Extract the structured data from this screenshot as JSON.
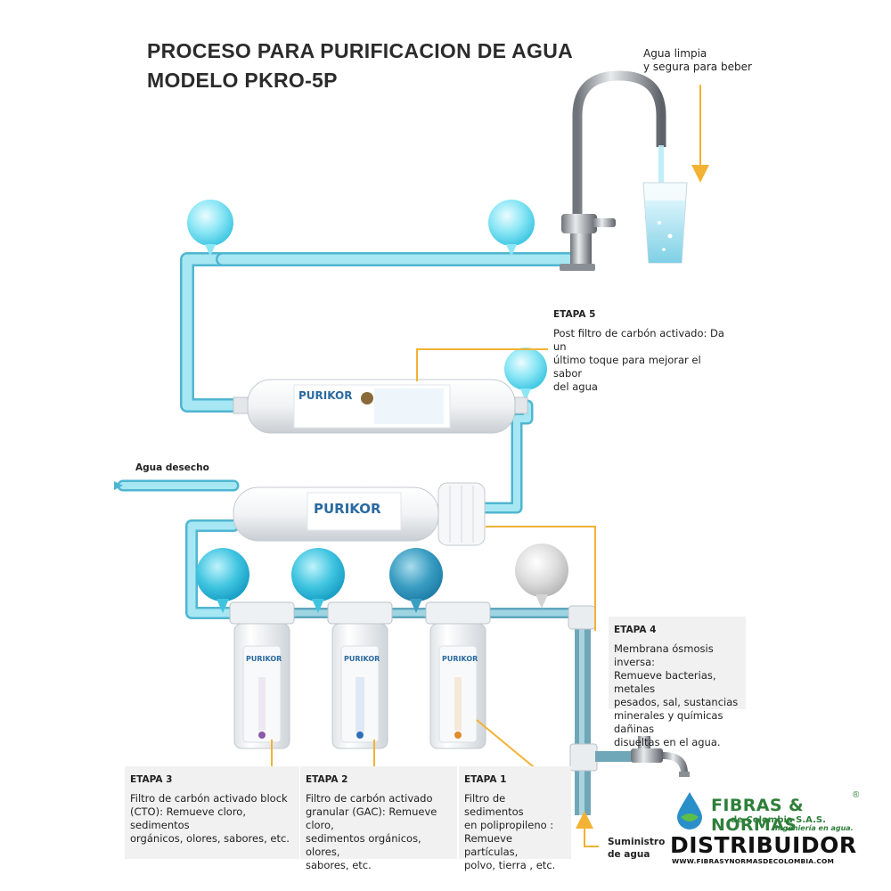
{
  "title": {
    "line1": "PROCESO PARA PURIFICACION DE AGUA",
    "line2": "MODELO PKRO-5P"
  },
  "labels": {
    "clean_water": [
      "Agua limpia",
      "y segura para beber"
    ],
    "waste_water": "Agua desecho",
    "supply": [
      "Suministro",
      "de agua"
    ]
  },
  "stages": {
    "stage5": {
      "name": "ETAPA 5",
      "lines": [
        "Post filtro de carbón activado: Da un",
        "último toque para mejorar el sabor",
        "del agua"
      ]
    },
    "stage4": {
      "name": "ETAPA 4",
      "lines": [
        "Membrana ósmosis inversa:",
        "Remueve bacterias, metales",
        "pesados, sal, sustancias",
        "minerales y químicas dañinas",
        "disueltas en el agua."
      ]
    },
    "stage3": {
      "name": "ETAPA 3",
      "lines": [
        "Filtro de carbón activado block",
        "(CTO): Remueve cloro, sedimentos",
        "orgánicos, olores, sabores, etc."
      ]
    },
    "stage2": {
      "name": "ETAPA 2",
      "lines": [
        "Filtro de carbón activado",
        "granular (GAC): Remueve cloro,",
        "sedimentos orgánicos, olores,",
        "sabores, etc."
      ]
    },
    "stage1": {
      "name": "ETAPA 1",
      "lines": [
        "Filtro de sedimentos",
        "en polipropileno :",
        "Remueve partículas,",
        "polvo, tierra , etc."
      ]
    }
  },
  "product_brand": "PURIKOR",
  "logo": {
    "name": "FIBRAS & NORMAS",
    "registered": "®",
    "subtitle": "de Colombia S.A.S.",
    "tagline": "Ingeniería en agua.",
    "distributor": "DISTRIBUIDOR",
    "url": "WWW.FIBRASYNORMASDECOLOMBIA.COM"
  },
  "colors": {
    "water_pipe": "#8fdcec",
    "pipe_outline": "#4fb6d1",
    "supply_pipe": "#6fa6b8",
    "arrow": "#f2b233",
    "stage_box": "#f1f1f1",
    "logo_green": "#2f7f3a"
  }
}
